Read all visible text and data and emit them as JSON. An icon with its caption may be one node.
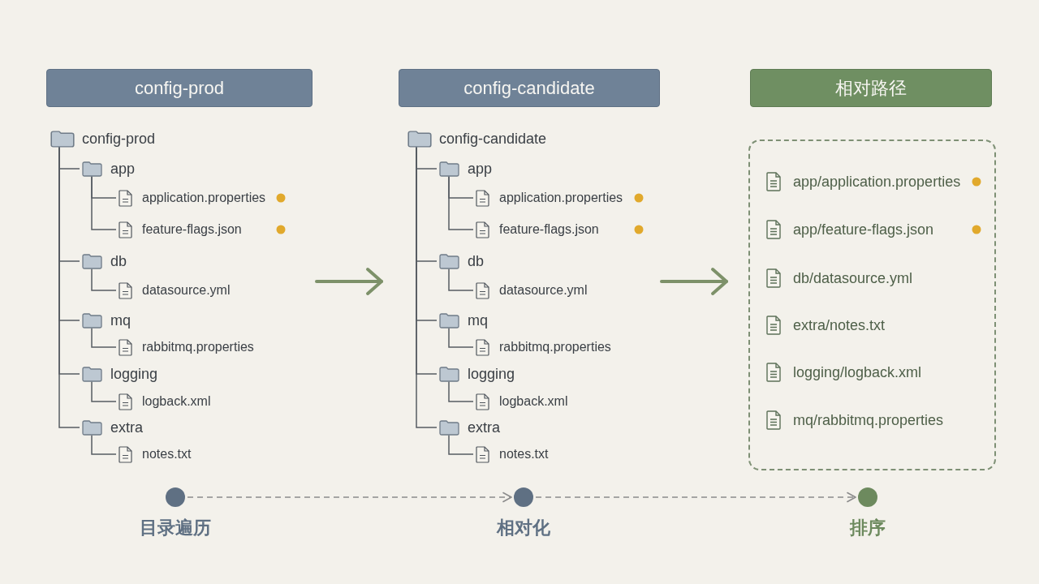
{
  "diagram": {
    "nodes": [
      {
        "text": [
          "config-prod"
        ]
      },
      {
        "text": [
          "config-candidate"
        ]
      },
      {
        "text": [
          "相对路径"
        ]
      },
      {
        "text": [
          "config-prod"
        ]
      },
      {
        "text": [
          "app"
        ]
      },
      {
        "text": [
          "application.properties"
        ]
      },
      {
        "text": [
          "feature-flags.json"
        ]
      },
      {
        "text": [
          "db"
        ]
      },
      {
        "text": [
          "datasource.yml"
        ]
      },
      {
        "text": [
          "mq"
        ]
      },
      {
        "text": [
          "rabbitmq.properties"
        ]
      },
      {
        "text": [
          "logging"
        ]
      },
      {
        "text": [
          "logback.xml"
        ]
      },
      {
        "text": [
          "extra"
        ]
      },
      {
        "text": [
          "notes.txt"
        ]
      },
      {
        "text": [
          "config-candidate"
        ]
      },
      {
        "text": [
          "app"
        ]
      },
      {
        "text": [
          "application.properties"
        ]
      },
      {
        "text": [
          "feature-flags.json"
        ]
      },
      {
        "text": [
          "db"
        ]
      },
      {
        "text": [
          "datasource.yml"
        ]
      },
      {
        "text": [
          "mq"
        ]
      },
      {
        "text": [
          "rabbitmq.properties"
        ]
      },
      {
        "text": [
          "logging"
        ]
      },
      {
        "text": [
          "logback.xml"
        ]
      },
      {
        "text": [
          "extra"
        ]
      },
      {
        "text": [
          "notes.txt"
        ]
      },
      {
        "text": [],
        "shape": "box"
      },
      {
        "text": [
          "app/application.properties"
        ],
        "in": 27
      },
      {
        "text": [
          "app/feature-flags.json"
        ],
        "in": 27
      },
      {
        "text": [
          "db/datasource.yml"
        ],
        "in": 27
      },
      {
        "text": [
          "extra/notes.txt"
        ],
        "in": 27
      },
      {
        "text": [
          "logging/logback.xml"
        ],
        "in": 27
      },
      {
        "text": [
          "mq/rabbitmq.properties"
        ],
        "in": 27
      },
      {
        "text": [],
        "shape": "circle",
        "beside": [
          "目录遍历"
        ]
      },
      {
        "text": [],
        "shape": "circle",
        "beside": [
          "相对化"
        ]
      },
      {
        "text": [],
        "shape": "circle",
        "beside": [
          "排序"
        ]
      }
    ],
    "edges": [
      {
        "from": 3,
        "to": 4,
        "arrow": "none"
      },
      {
        "from": 4,
        "to": 5,
        "arrow": "none"
      },
      {
        "from": 4,
        "to": 6,
        "arrow": "none"
      },
      {
        "from": 3,
        "to": 7,
        "arrow": "none"
      },
      {
        "from": 7,
        "to": 8,
        "arrow": "none"
      },
      {
        "from": 3,
        "to": 9,
        "arrow": "none"
      },
      {
        "from": 9,
        "to": 10,
        "arrow": "none"
      },
      {
        "from": 3,
        "to": 11,
        "arrow": "none"
      },
      {
        "from": 11,
        "to": 12,
        "arrow": "none"
      },
      {
        "from": 3,
        "to": 13,
        "arrow": "none"
      },
      {
        "from": 13,
        "to": 14,
        "arrow": "none"
      },
      {
        "from": 15,
        "to": 16,
        "arrow": "none"
      },
      {
        "from": 16,
        "to": 17,
        "arrow": "none"
      },
      {
        "from": 16,
        "to": 18,
        "arrow": "none"
      },
      {
        "from": 15,
        "to": 19,
        "arrow": "none"
      },
      {
        "from": 19,
        "to": 20,
        "arrow": "none"
      },
      {
        "from": 15,
        "to": 21,
        "arrow": "none"
      },
      {
        "from": 21,
        "to": 22,
        "arrow": "none"
      },
      {
        "from": 15,
        "to": 23,
        "arrow": "none"
      },
      {
        "from": 23,
        "to": 24,
        "arrow": "none"
      },
      {
        "from": 15,
        "to": 25,
        "arrow": "none"
      },
      {
        "from": 25,
        "to": 26,
        "arrow": "none"
      },
      {
        "from": 34,
        "to": 35,
        "arrow": "to",
        "style": "dashed",
        "color": "#8c8c8c"
      },
      {
        "from": 35,
        "to": 36,
        "arrow": "to",
        "style": "dashed",
        "color": "#8c8c8c"
      }
    ]
  }
}
